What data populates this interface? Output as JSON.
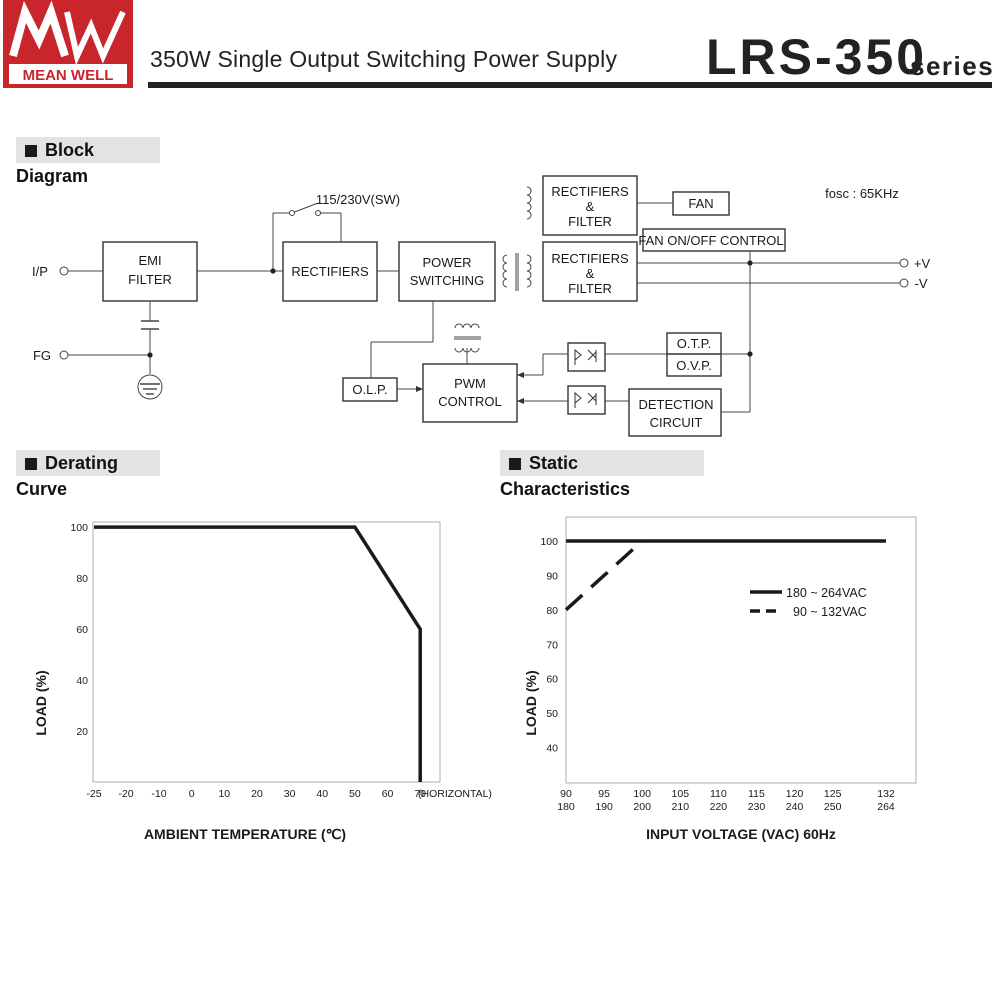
{
  "header": {
    "brand": "MEAN WELL",
    "subtitle": "350W Single Output Switching Power Supply",
    "model": "LRS-350",
    "series": "series"
  },
  "sections": {
    "block_diagram": "Block Diagram",
    "derating_curve": "Derating Curve",
    "static_characteristics": "Static Characteristics"
  },
  "block_diagram": {
    "fosc": "fosc : 65KHz",
    "switch_label": "115/230V(SW)",
    "ip": "I/P",
    "fg": "FG",
    "emi": [
      "EMI",
      "FILTER"
    ],
    "rectifiers": "RECTIFIERS",
    "power_switching": [
      "POWER",
      "SWITCHING"
    ],
    "rect_filter_top": [
      "RECTIFIERS",
      "&",
      "FILTER"
    ],
    "rect_filter_main": [
      "RECTIFIERS",
      "&",
      "FILTER"
    ],
    "fan": "FAN",
    "fan_control": "FAN ON/OFF CONTROL",
    "plus_v": "+V",
    "minus_v": "-V",
    "otp": "O.T.P.",
    "ovp": "O.V.P.",
    "olp": "O.L.P.",
    "pwm": [
      "PWM",
      "CONTROL"
    ],
    "detection": [
      "DETECTION",
      "CIRCUIT"
    ]
  },
  "chart_data": [
    {
      "type": "line",
      "xlabel": "AMBIENT TEMPERATURE (℃)",
      "ylabel": "LOAD (%)",
      "x_ticks": [
        "-25",
        "-20",
        "-10",
        "0",
        "10",
        "20",
        "30",
        "40",
        "50",
        "60",
        "70"
      ],
      "x_note": "(HORIZONTAL)",
      "y_ticks": [
        "20",
        "40",
        "60",
        "80",
        "100"
      ],
      "xlim": [
        -25,
        80
      ],
      "ylim": [
        0,
        102
      ],
      "series": [
        {
          "points": [
            [
              -25,
              100
            ],
            [
              50,
              100
            ],
            [
              70,
              60
            ],
            [
              70,
              0
            ]
          ]
        }
      ]
    },
    {
      "type": "line",
      "xlabel": "INPUT VOLTAGE (VAC) 60Hz",
      "ylabel": "LOAD (%)",
      "x_ticks_top": [
        "90",
        "95",
        "100",
        "105",
        "110",
        "115",
        "120",
        "125",
        "132"
      ],
      "x_ticks_bottom": [
        "180",
        "190",
        "200",
        "210",
        "220",
        "230",
        "240",
        "250",
        "264"
      ],
      "y_ticks": [
        "40",
        "50",
        "60",
        "70",
        "80",
        "90",
        "100"
      ],
      "series": [
        {
          "name": "180 ~ 264VAC",
          "style": "solid",
          "x": [
            180,
            264
          ],
          "y": [
            100,
            100
          ]
        },
        {
          "name": "90 ~ 132VAC",
          "style": "dashed",
          "x": [
            90,
            100
          ],
          "y": [
            80,
            100
          ]
        }
      ]
    }
  ],
  "colors": {
    "brand_red": "#c8252c",
    "ink": "#1a1a1a",
    "section_bg": "#e3e3e3"
  }
}
